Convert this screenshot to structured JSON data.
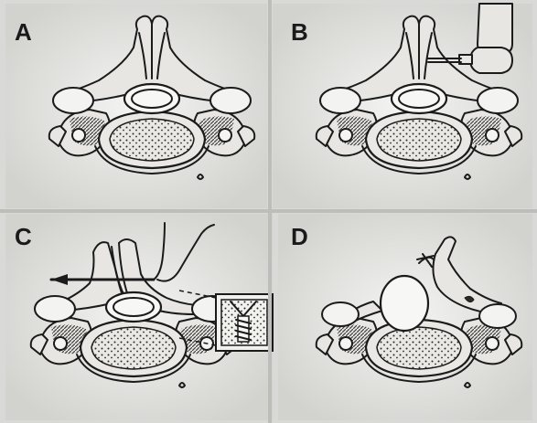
{
  "panels": [
    {
      "id": "A",
      "label": "A"
    },
    {
      "id": "B",
      "label": "B"
    },
    {
      "id": "C",
      "label": "C"
    },
    {
      "id": "D",
      "label": "D"
    }
  ]
}
